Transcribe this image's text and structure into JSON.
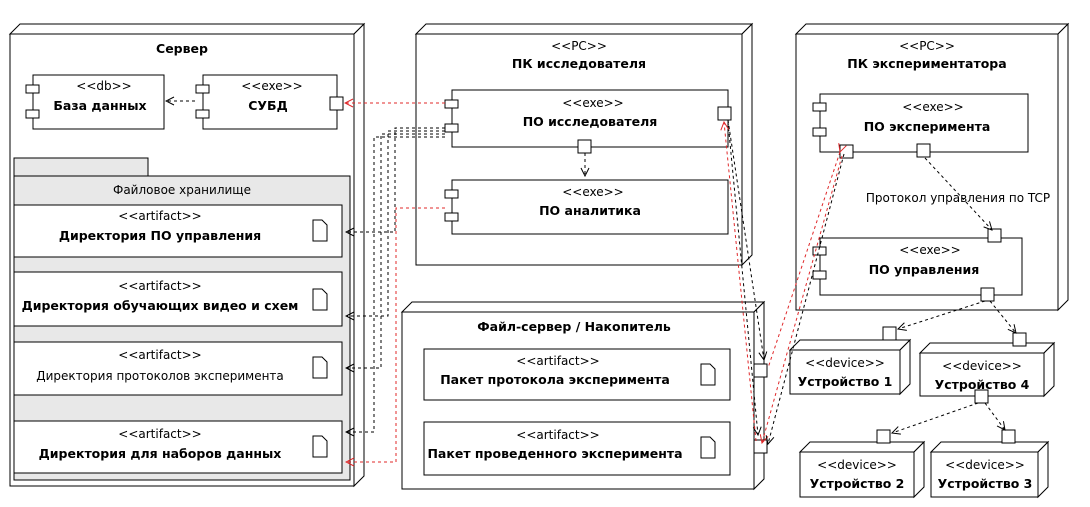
{
  "server": {
    "title": "Сервер",
    "db": {
      "stereotype": "<<db>>",
      "name": "База данных"
    },
    "dbms": {
      "stereotype": "<<exe>>",
      "name": "СУБД"
    },
    "storage": {
      "title": "Файловое хранилище",
      "artifacts": [
        {
          "stereotype": "<<artifact>>",
          "name": "Директория ПО управления"
        },
        {
          "stereotype": "<<artifact>>",
          "name": "Директория обучающих видео и схем"
        },
        {
          "stereotype": "<<artifact>>",
          "name": "Директория протоколов эксперимента"
        },
        {
          "stereotype": "<<artifact>>",
          "name": "Директория для наборов данных"
        }
      ]
    }
  },
  "researcher_pc": {
    "stereotype": "<<PC>>",
    "title": "ПК исследователя",
    "researcher_sw": {
      "stereotype": "<<exe>>",
      "name": "ПО исследователя"
    },
    "analyst_sw": {
      "stereotype": "<<exe>>",
      "name": "ПО аналитика"
    }
  },
  "experimenter_pc": {
    "stereotype": "<<PC>>",
    "title": "ПК экспериментатора",
    "experiment_sw": {
      "stereotype": "<<exe>>",
      "name": "ПО эксперимента"
    },
    "control_sw": {
      "stereotype": "<<exe>>",
      "name": "ПО управления"
    },
    "protocol_label": "Протокол управления по TCP"
  },
  "file_server": {
    "title": "Файл-сервер / Накопитель",
    "artifacts": [
      {
        "stereotype": "<<artifact>>",
        "name": "Пакет протокола эксперимента"
      },
      {
        "stereotype": "<<artifact>>",
        "name": "Пакет проведенного эксперимента"
      }
    ]
  },
  "devices": [
    {
      "stereotype": "<<device>>",
      "name": "Устройство 1"
    },
    {
      "stereotype": "<<device>>",
      "name": "Устройство 4"
    },
    {
      "stereotype": "<<device>>",
      "name": "Устройство 2"
    },
    {
      "stereotype": "<<device>>",
      "name": "Устройство 3"
    }
  ],
  "colors": {
    "line": "#000000",
    "red_dependency": "#e0282a",
    "package_fill": "#e8e8e8",
    "node_fill": "#ffffff"
  }
}
